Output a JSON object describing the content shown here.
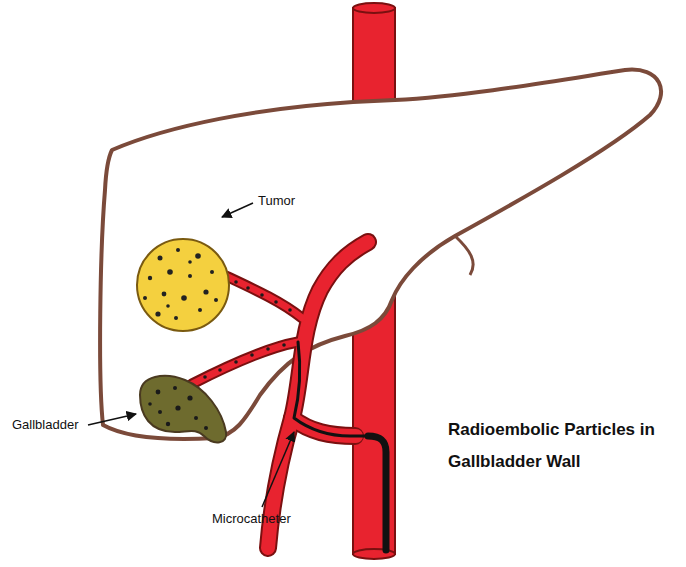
{
  "diagram": {
    "title": "Radioembolic Particles in Gallbladder Wall",
    "labels": [
      "Tumor",
      "Gallbladder",
      "Microcatheter"
    ]
  }
}
